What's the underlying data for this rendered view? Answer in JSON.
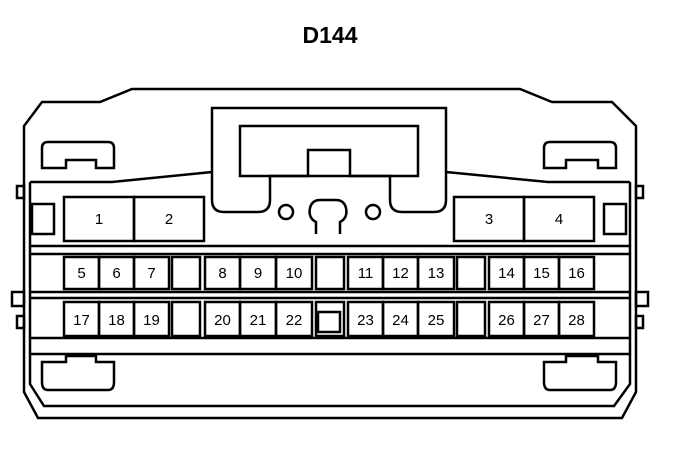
{
  "connector": {
    "title": "D144",
    "pins_top": [
      "1",
      "2",
      "3",
      "4"
    ],
    "pins_row1": [
      "5",
      "6",
      "7",
      "",
      "8",
      "9",
      "10",
      "",
      "11",
      "12",
      "13",
      "",
      "14",
      "15",
      "16"
    ],
    "pins_row2": [
      "17",
      "18",
      "19",
      "",
      "20",
      "21",
      "22",
      "",
      "23",
      "24",
      "25",
      "",
      "26",
      "27",
      "28"
    ]
  }
}
